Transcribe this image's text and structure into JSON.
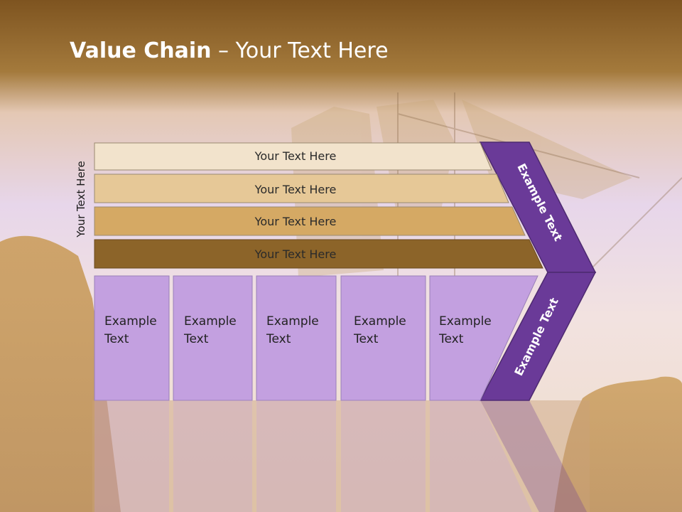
{
  "title": {
    "bold": "Value Chain",
    "rest": " – Your Text Here"
  },
  "vertical_label": "Your Text Here",
  "bars": [
    {
      "label": "Your Text Here",
      "color": "#f2e3cc"
    },
    {
      "label": "Your Text Here",
      "color": "#e6c897"
    },
    {
      "label": "Your Text Here",
      "color": "#d5a964"
    },
    {
      "label": "Your Text Here",
      "color": "#8c6429"
    }
  ],
  "boxes": [
    {
      "line1": "Example",
      "line2": "Text"
    },
    {
      "line1": "Example",
      "line2": "Text"
    },
    {
      "line1": "Example",
      "line2": "Text"
    },
    {
      "line1": "Example",
      "line2": "Text"
    },
    {
      "line1": "Example",
      "line2": "Text"
    }
  ],
  "chevron": {
    "upper_label": "Example Text",
    "lower_label": "Example Text",
    "color": "#6a3a98"
  },
  "colors": {
    "box_fill": "#c3a0e0",
    "header_band": "#8a5d20"
  }
}
